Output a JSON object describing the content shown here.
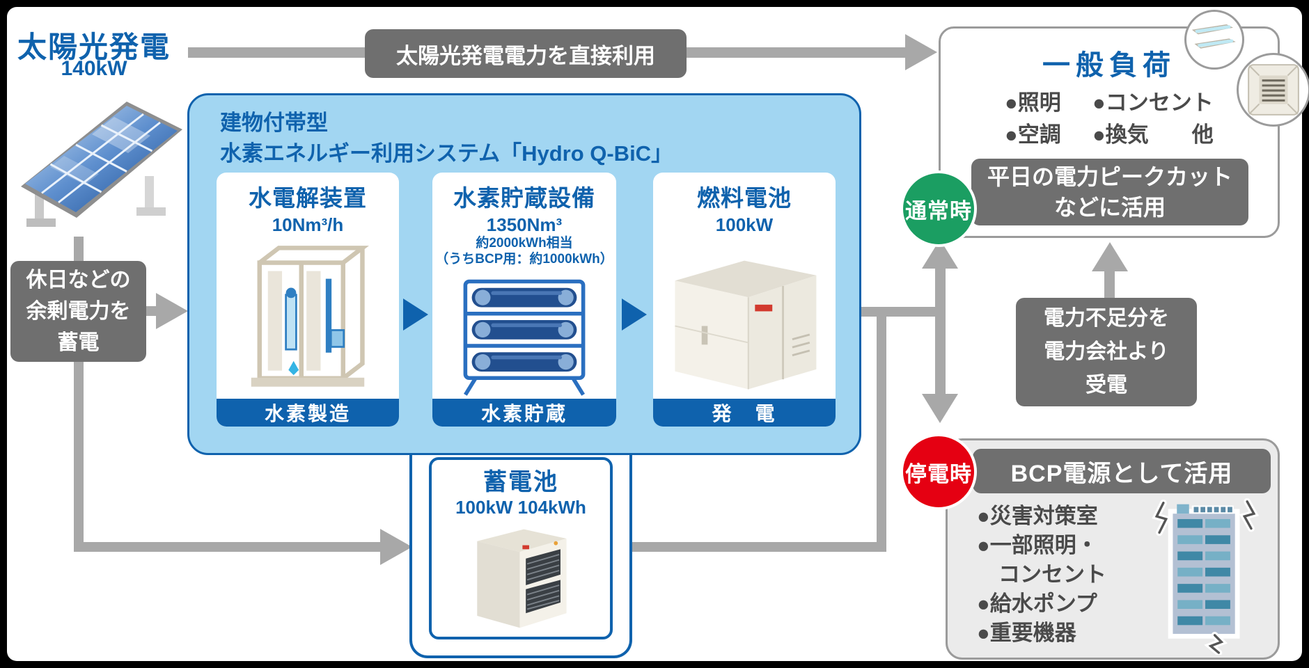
{
  "colors": {
    "blue": "#0f62ad",
    "light_blue": "#a2d6f2",
    "panel_gray": "#6f6f6f",
    "line_gray": "#a8a8a8",
    "green": "#1b9e62",
    "red": "#e50012",
    "text_gray": "#4a4a4a",
    "bcp_bg": "#ebebeb",
    "border_gray": "#9b9b9b"
  },
  "solar": {
    "title": "太陽光発電",
    "capacity": "140kW"
  },
  "top_flow": {
    "label": "太陽光発電電力を直接利用"
  },
  "surplus": {
    "lines": [
      "休日などの",
      "余剰電力を",
      "蓄電"
    ]
  },
  "system": {
    "title_lines": [
      "建物付帯型",
      "水素エネルギー利用システム「Hydro Q-BiC」"
    ],
    "units": [
      {
        "name": "水電解装置",
        "spec": "10Nm³/h",
        "process": "水素製造"
      },
      {
        "name": "水素貯蔵設備",
        "spec": "1350Nm³",
        "notes": [
          "約2000kWh相当",
          "（うちBCP用：約1000kWh）"
        ],
        "process": "水素貯蔵"
      },
      {
        "name": "燃料電池",
        "spec": "100kW",
        "process": "発　電"
      }
    ]
  },
  "battery": {
    "title": "蓄電池",
    "spec": "100kW 104kWh"
  },
  "general_load": {
    "title": "一般負荷",
    "items": [
      [
        "●照明",
        "●コンセント"
      ],
      [
        "●空調",
        "●換気　　他"
      ]
    ],
    "badge": "通常時",
    "usage_lines": [
      "平日の電力ピークカット",
      "などに活用"
    ]
  },
  "grid_supply": {
    "lines": [
      "電力不足分を",
      "電力会社より",
      "受電"
    ]
  },
  "bcp": {
    "badge": "停電時",
    "title": "BCP電源として活用",
    "items": [
      "●災害対策室",
      "●一部照明・",
      "　コンセント",
      "●給水ポンプ",
      "●重要機器"
    ]
  }
}
